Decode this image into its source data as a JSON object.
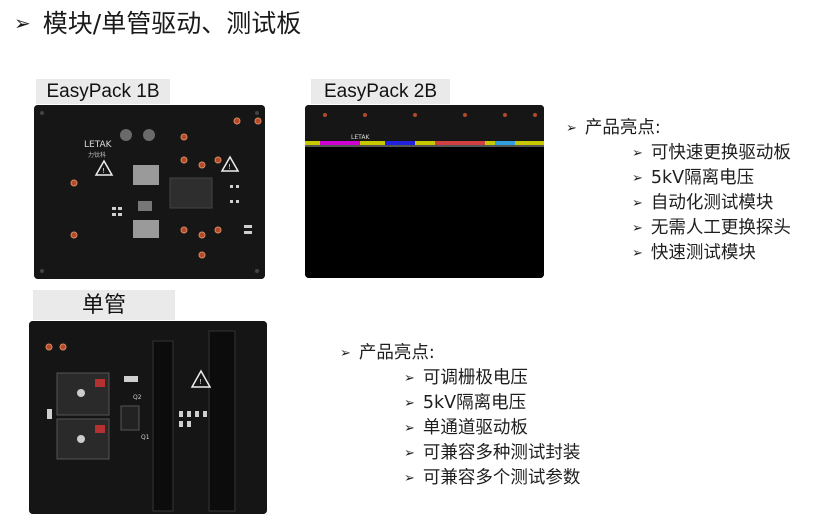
{
  "title": "模块/单管驱动、测试板",
  "arrow": "➢",
  "labels": {
    "easypack_1b": "EasyPack 1B",
    "easypack_2b": "EasyPack 2B",
    "discrete": "单管"
  },
  "board_1b": {
    "logo": "LETAK",
    "logo_sub": "力钛科"
  },
  "board_2b": {
    "logo": "LETAK"
  },
  "board_discrete": {
    "q2": "Q2",
    "q1": "Q1"
  },
  "highlights_top": {
    "heading": "产品亮点:",
    "items": [
      "可快速更换驱动板",
      "5kV隔离电压",
      "自动化测试模块",
      "无需人工更换探头",
      "快速测试模块"
    ]
  },
  "highlights_bottom": {
    "heading": "产品亮点:",
    "items": [
      "可调栅极电压",
      "5kV隔离电压",
      "单通道驱动板",
      "可兼容多种测试封装",
      "可兼容多个测试参数"
    ]
  }
}
